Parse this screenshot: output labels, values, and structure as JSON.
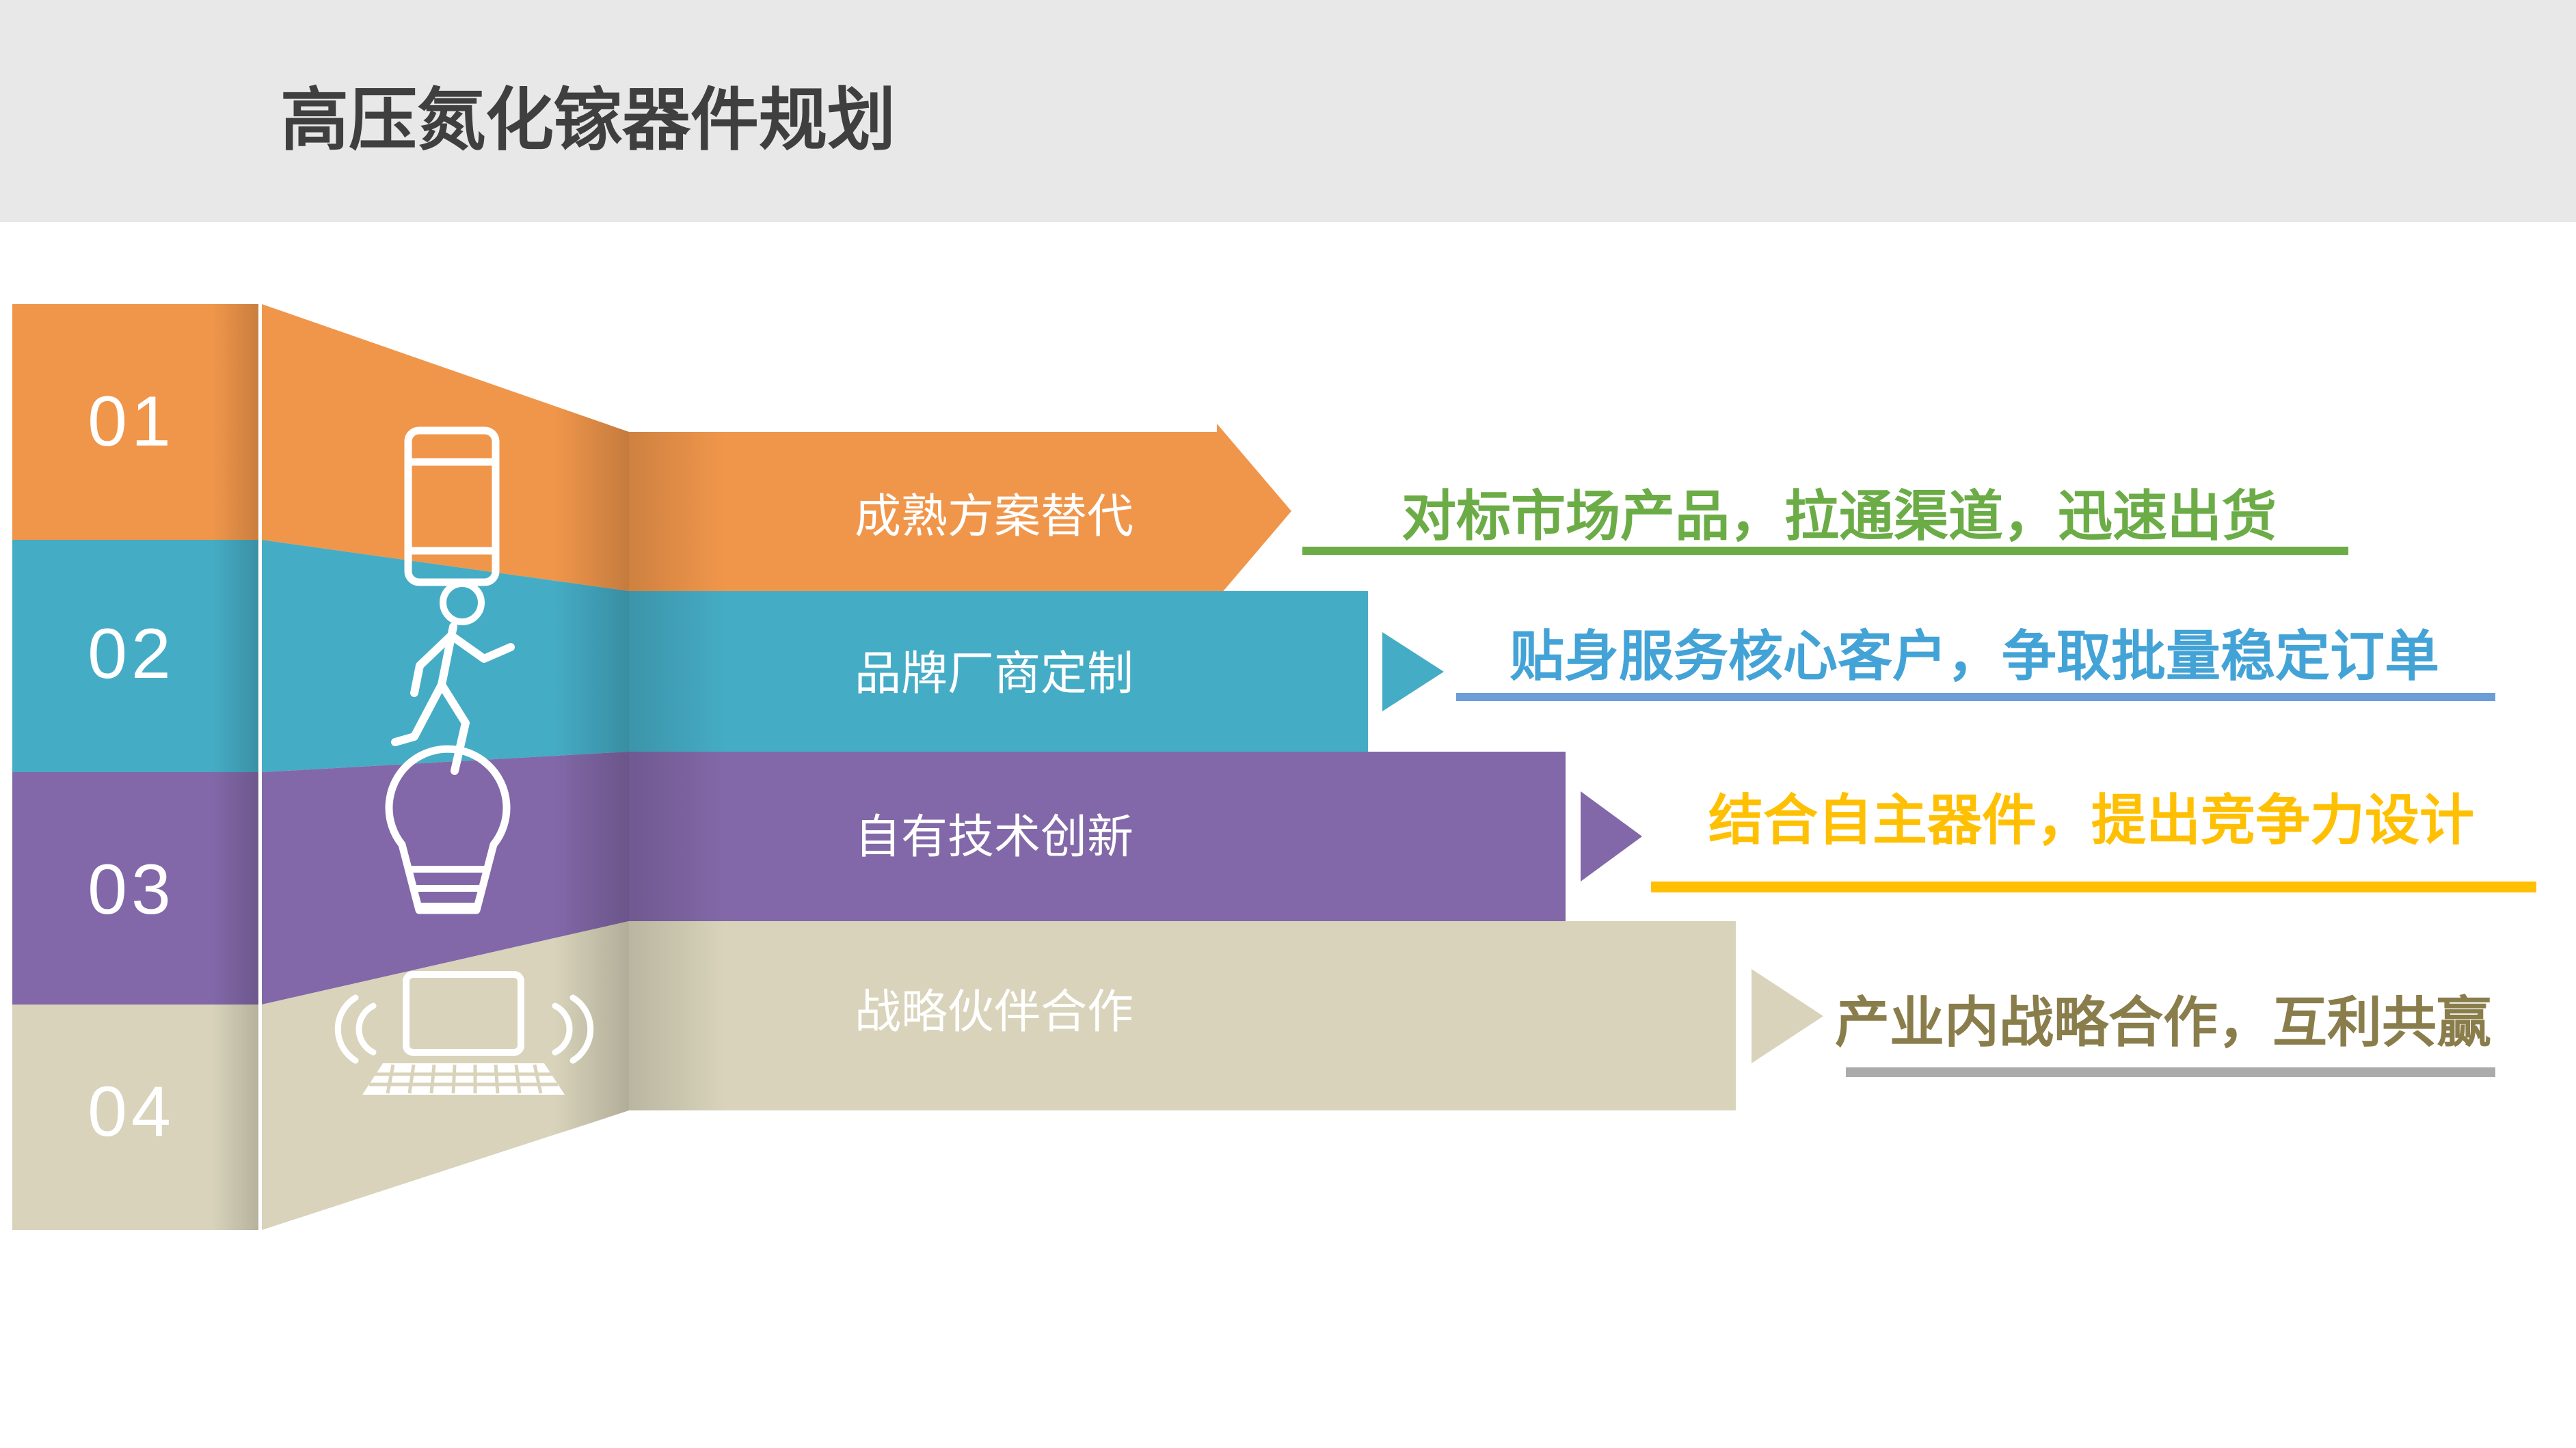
{
  "header": {
    "title": "高压氮化镓器件规划",
    "bg_color": "#E8E8E8",
    "title_color": "#3F3F3F"
  },
  "rows": [
    {
      "number": "01",
      "label": "成熟方案替代",
      "description": "对标市场产品，拉通渠道，迅速出货",
      "color": "#F0964B",
      "desc_color": "#6CAC47",
      "underline_color": "#6CAC47",
      "icon": "tablet-icon"
    },
    {
      "number": "02",
      "label": "品牌厂商定制",
      "description": "贴身服务核心客户，争取批量稳定订单",
      "color": "#45ACC5",
      "desc_color": "#44A3D6",
      "underline_color": "#6D9DD6",
      "icon": "walking-person-icon"
    },
    {
      "number": "03",
      "label": "自有技术创新",
      "description": "结合自主器件，提出竞争力设计",
      "color": "#8268A8",
      "desc_color": "#FFC003",
      "underline_color": "#FFC003",
      "icon": "lightbulb-icon"
    },
    {
      "number": "04",
      "label": "战略伙伴合作",
      "description": "产业内战略合作，互利共赢",
      "color": "#D8D3BA",
      "desc_color": "#8A7D4C",
      "underline_color": "#ABABAB",
      "icon": "laptop-icon"
    }
  ],
  "colors": {
    "background": "#FFFFFF",
    "icon_stroke": "#FFFFFF",
    "number_color": "#FFFFFF",
    "label_color": "#FFFFFF"
  }
}
